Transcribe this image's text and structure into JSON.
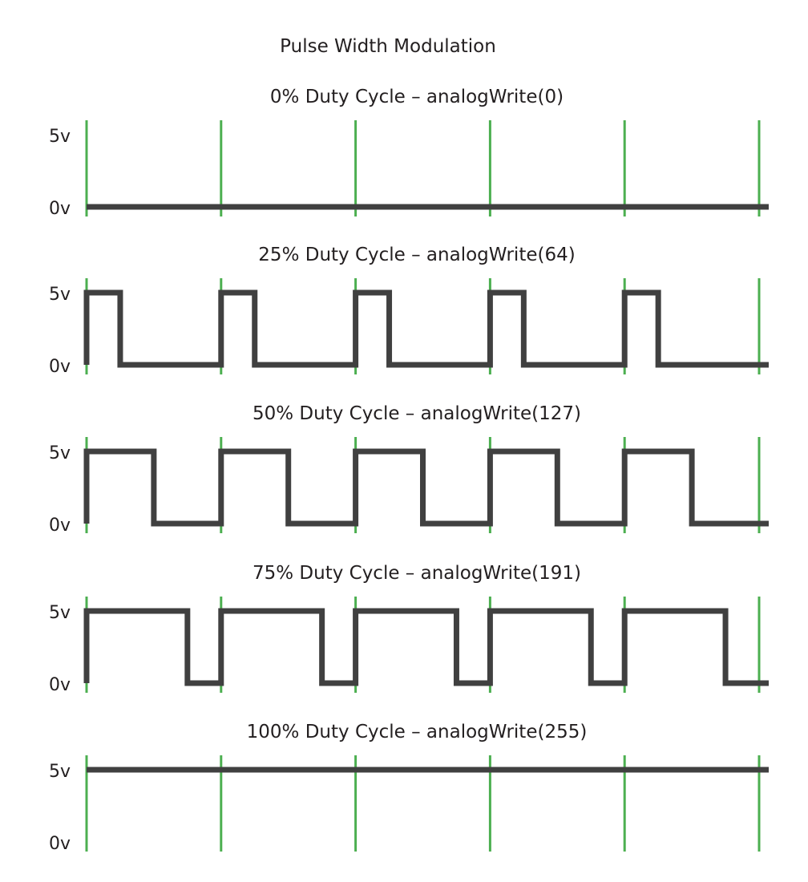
{
  "chart_data": {
    "type": "line",
    "title": "Pulse Width Modulation",
    "xlabel": "",
    "ylabel": "",
    "grid": true,
    "legend_position": "none",
    "y_tick_labels": [
      "5v",
      "0v"
    ],
    "y_values": [
      5,
      0
    ],
    "ylim": [
      0,
      5
    ],
    "units": "volts",
    "x_gridline_count": 6,
    "periods_shown": 5,
    "series": [
      {
        "name": "0% Duty Cycle – analogWrite(0)",
        "duty_percent": 0,
        "analog_write": 0,
        "values": [
          0,
          0,
          0,
          0,
          0
        ]
      },
      {
        "name": "25% Duty Cycle – analogWrite(64)",
        "duty_percent": 25,
        "analog_write": 64,
        "values": [
          5,
          0,
          5,
          0,
          5,
          0,
          5,
          0,
          5,
          0
        ]
      },
      {
        "name": "50% Duty Cycle – analogWrite(127)",
        "duty_percent": 50,
        "analog_write": 127,
        "values": [
          5,
          0,
          5,
          0,
          5,
          0,
          5,
          0,
          5,
          0
        ]
      },
      {
        "name": "75% Duty Cycle – analogWrite(191)",
        "duty_percent": 75,
        "analog_write": 191,
        "values": [
          5,
          0,
          5,
          0,
          5,
          0,
          5,
          0,
          5,
          0
        ]
      },
      {
        "name": "100% Duty Cycle – analogWrite(255)",
        "duty_percent": 100,
        "analog_write": 255,
        "values": [
          5,
          5,
          5,
          5,
          5
        ]
      }
    ]
  },
  "figure": {
    "title": "Pulse Width Modulation",
    "background_color": "#ffffff",
    "trace_color": "#404040",
    "gridline_color": "#4caf50",
    "text_color": "#231f20"
  },
  "rows": [
    {
      "title": "0% Duty Cycle – analogWrite(0)",
      "duty": 0,
      "high_label": "5v",
      "low_label": "0v"
    },
    {
      "title": "25% Duty Cycle – analogWrite(64)",
      "duty": 25,
      "high_label": "5v",
      "low_label": "0v"
    },
    {
      "title": "50% Duty Cycle – analogWrite(127)",
      "duty": 50,
      "high_label": "5v",
      "low_label": "0v"
    },
    {
      "title": "75% Duty Cycle – analogWrite(191)",
      "duty": 75,
      "high_label": "5v",
      "low_label": "0v"
    },
    {
      "title": "100% Duty Cycle – analogWrite(255)",
      "duty": 100,
      "high_label": "5v",
      "low_label": "0v"
    }
  ]
}
